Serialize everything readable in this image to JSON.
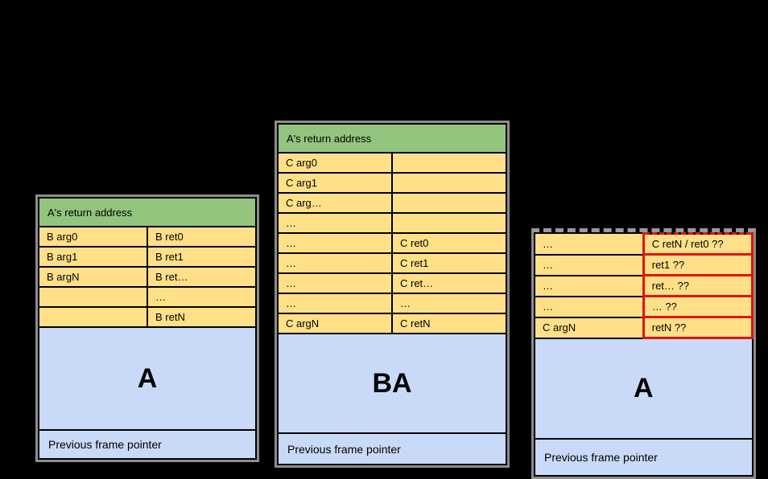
{
  "colors": {
    "background": "#000000",
    "header_green": "#93c47d",
    "cell_yellow": "#ffe088",
    "frame_blue": "#c9daf8",
    "alert_red": "#e31212",
    "outer_border_gray": "#8d8d8d",
    "grid_line_black": "#000000"
  },
  "tables": [
    {
      "header": "A's return address",
      "rows": [
        [
          "B arg0",
          "B ret0"
        ],
        [
          "B arg1",
          "B ret1"
        ],
        [
          "B argN",
          "B ret…"
        ],
        [
          "",
          "…"
        ],
        [
          "",
          "B retN"
        ]
      ],
      "body_label": "A",
      "footer": "Previous frame pointer"
    },
    {
      "header": "A's return address",
      "rows": [
        [
          "C arg0",
          ""
        ],
        [
          "C arg1",
          ""
        ],
        [
          "C arg…",
          ""
        ],
        [
          "…",
          ""
        ],
        [
          "…",
          "C ret0"
        ],
        [
          "…",
          "C ret1"
        ],
        [
          "…",
          "C ret…"
        ],
        [
          "…",
          "…"
        ],
        [
          "C argN",
          "C retN"
        ]
      ],
      "body_label": "BA",
      "footer": "Previous frame pointer"
    },
    {
      "header": null,
      "rows": [
        [
          "…",
          "C retN / ret0 ??"
        ],
        [
          "…",
          "ret1 ??"
        ],
        [
          "…",
          "ret… ??"
        ],
        [
          "…",
          "… ??"
        ],
        [
          "C argN",
          "retN ??"
        ]
      ],
      "body_label": "A",
      "footer": "Previous frame pointer"
    }
  ]
}
